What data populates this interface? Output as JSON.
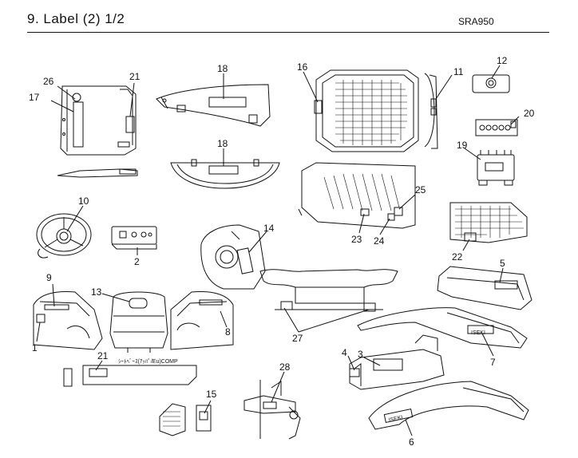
{
  "header": {
    "title": "9. Label (2) 1/2",
    "model": "SRA950"
  },
  "callouts": [
    "26",
    "21",
    "17",
    "18",
    "18",
    "16",
    "11",
    "12",
    "20",
    "19",
    "10",
    "2",
    "25",
    "23",
    "24",
    "22",
    "5",
    "14",
    "9",
    "13",
    "8",
    "1",
    "27",
    "7",
    "21",
    "4",
    "3",
    "28",
    "15",
    "6"
  ],
  "part_label_text": "ｼｰﾄﾍﾞｰｽ(ｱｯﾊﾟ/Eu)COMP",
  "logo_text": "ISEKI",
  "colors": {
    "line": "#111111",
    "fill": "#ffffff"
  }
}
